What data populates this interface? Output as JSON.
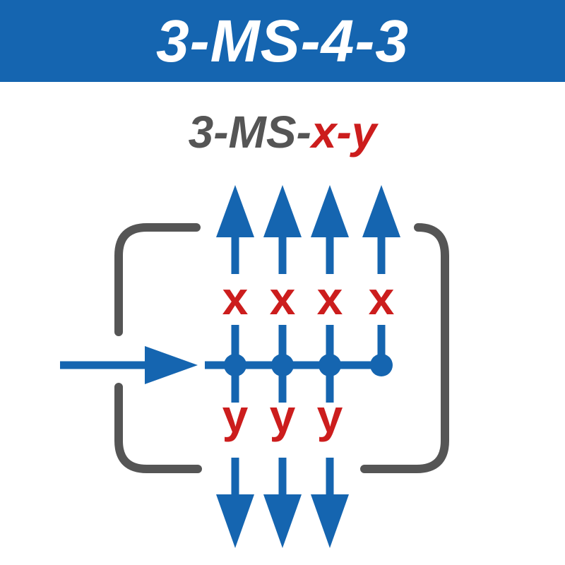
{
  "header": {
    "title": "3-MS-4-3"
  },
  "subtitle": {
    "prefix": "3-MS-",
    "variable": "x-y"
  },
  "diagram": {
    "outputs_top": [
      "x",
      "x",
      "x",
      "x"
    ],
    "outputs_bottom": [
      "y",
      "y",
      "y"
    ],
    "colors": {
      "blue": "#1565b0",
      "red": "#cc1d1d",
      "gray": "#555555"
    }
  }
}
